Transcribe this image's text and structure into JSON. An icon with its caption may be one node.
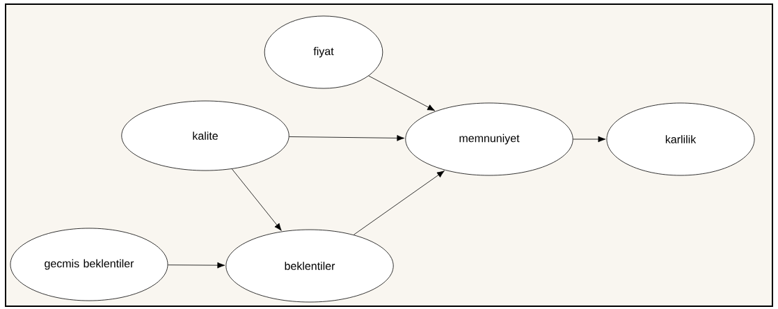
{
  "diagram": {
    "nodes": [
      {
        "text": [
          "fiyat"
        ]
      },
      {
        "text": [
          "kalite"
        ]
      },
      {
        "text": [
          "memnuniyet"
        ]
      },
      {
        "text": [
          "karlilik"
        ]
      },
      {
        "text": [
          "gecmis beklentiler"
        ]
      },
      {
        "text": [
          "beklentiler"
        ]
      }
    ],
    "edges": [
      {
        "from": 0,
        "to": 2,
        "arrow": "to"
      },
      {
        "from": 1,
        "to": 2,
        "arrow": "to"
      },
      {
        "from": 2,
        "to": 3,
        "arrow": "to"
      },
      {
        "from": 1,
        "to": 5,
        "arrow": "to"
      },
      {
        "from": 4,
        "to": 5,
        "arrow": "to"
      },
      {
        "from": 5,
        "to": 2,
        "arrow": "to"
      }
    ]
  }
}
